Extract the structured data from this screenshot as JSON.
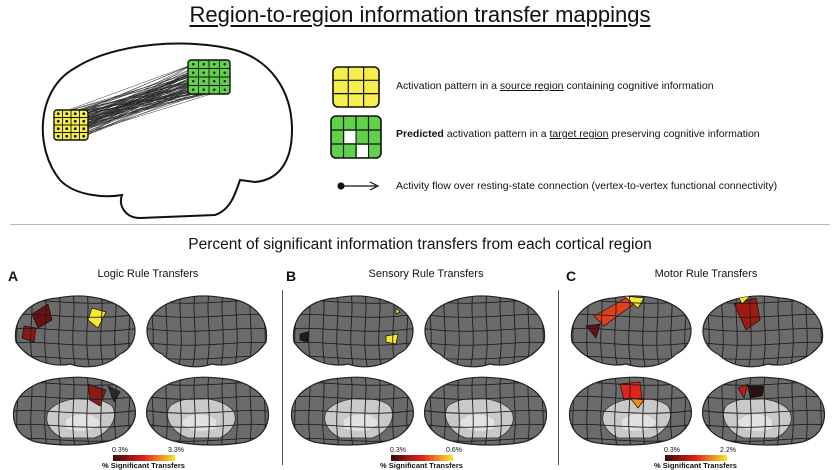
{
  "header": {
    "title": "Region-to-region information transfer mappings"
  },
  "legend": {
    "source": {
      "pre": "Activation pattern in a ",
      "underlined": "source region",
      "post": " containing cognitive information"
    },
    "target": {
      "bold": "Predicted",
      "pre": " activation pattern in a ",
      "underlined": "target region",
      "post": " preserving cognitive information"
    },
    "flow": {
      "text": "Activity flow over resting-state connection (vertex-to-vertex functional connectivity)"
    }
  },
  "colors": {
    "source_fill": "#f6ee4a",
    "target_fill": "#5fd14a",
    "cortex_gray": "#6b6b6b",
    "cmap_low": "#3a0a0a",
    "cmap_mid": "#e2231a",
    "cmap_high": "#f7e92b"
  },
  "section": {
    "title": "Percent of significant information transfers from each cortical region"
  },
  "panels": [
    {
      "letter": "A",
      "title": "Logic Rule Transfers",
      "min_label": "0.3%",
      "max_label": "3.3%",
      "caption": "% Significant Transfers"
    },
    {
      "letter": "B",
      "title": "Sensory Rule Transfers",
      "min_label": "0.3%",
      "max_label": "0.6%",
      "caption": "% Significant Transfers"
    },
    {
      "letter": "C",
      "title": "Motor Rule Transfers",
      "min_label": "0.3%",
      "max_label": "2.2%",
      "caption": "% Significant Transfers"
    }
  ]
}
